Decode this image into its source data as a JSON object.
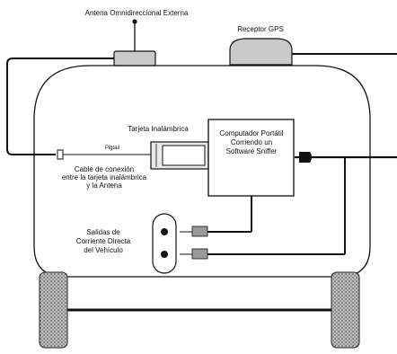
{
  "labels": {
    "antenna": "Antena Omnidireccional Externa",
    "gps": "Receptor GPS",
    "wireless_card": "Tarjeta Inalámbrica",
    "computer": "Computador Portátil Corriendo un Software Sniffer",
    "pigtail": "Pigtail",
    "cable_line1": "Cable de conexión",
    "cable_line2": "entre la tarjeta  inalámbrica",
    "cable_line3": "y la Antena",
    "outputs_line1": "Salidas de",
    "outputs_line2": "Corriente Directa",
    "outputs_line3": "del Vehículo"
  },
  "colors": {
    "line": "#111111",
    "panel": "#ffffff",
    "device_fill": "#d8d8d8",
    "plug_fill": "#9a9a9a"
  }
}
